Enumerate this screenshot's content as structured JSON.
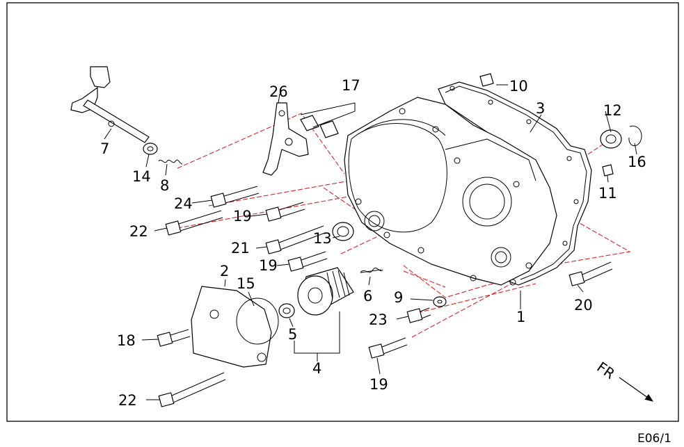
{
  "callouts": {
    "c1": "1",
    "c2": "2",
    "c3": "3",
    "c4": "4",
    "c5": "5",
    "c6": "6",
    "c7": "7",
    "c8": "8",
    "c9": "9",
    "c10": "10",
    "c11": "11",
    "c12": "12",
    "c13": "13",
    "c14": "14",
    "c15": "15",
    "c16": "16",
    "c17": "17",
    "c18": "18",
    "c19a": "19",
    "c19b": "19",
    "c19c": "19",
    "c20": "20",
    "c21": "21",
    "c22a": "22",
    "c22b": "22",
    "c23": "23",
    "c24": "24",
    "c26": "26"
  },
  "direction_label": "FR",
  "page_code": "E06/1"
}
